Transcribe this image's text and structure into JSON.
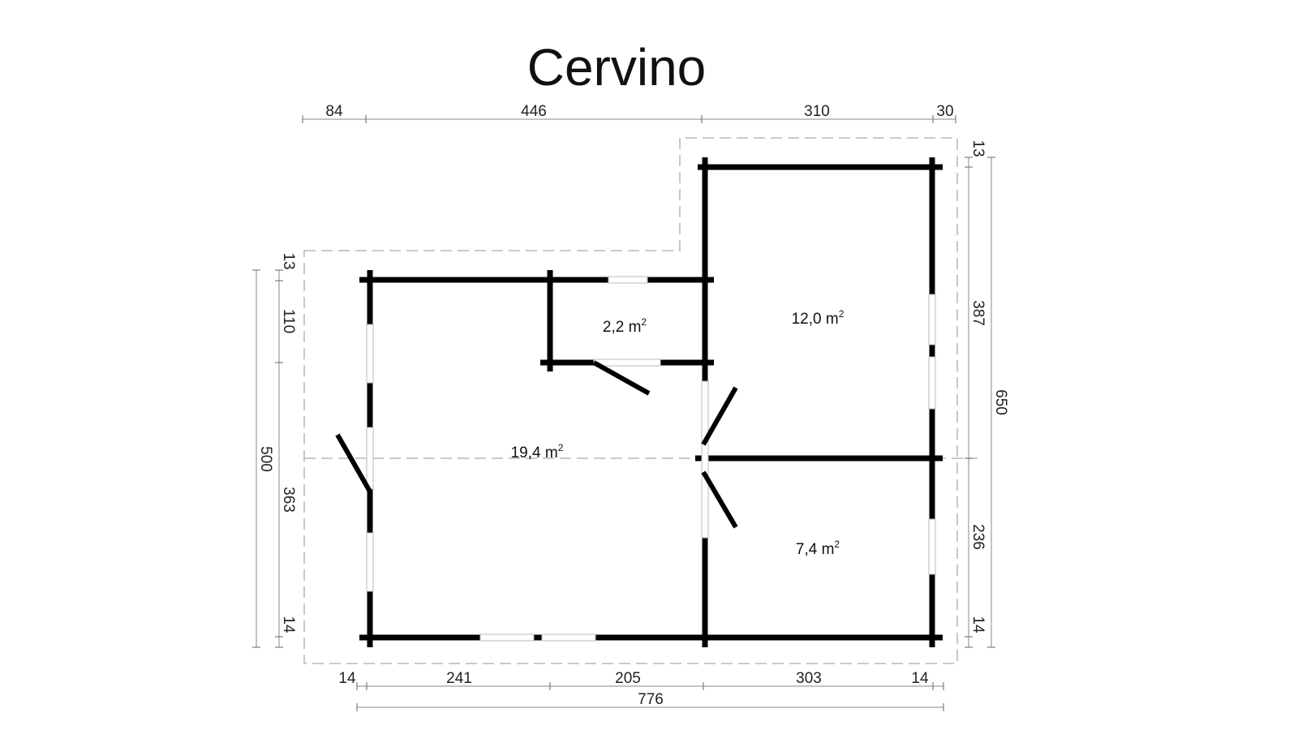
{
  "title": "Cervino",
  "unit_superscript": "2",
  "rooms": [
    {
      "id": "living",
      "area": "19,4 m"
    },
    {
      "id": "closet",
      "area": "2,2 m"
    },
    {
      "id": "bedroom-top",
      "area": "12,0 m"
    },
    {
      "id": "bedroom-bottom",
      "area": "7,4 m"
    }
  ],
  "dimensions": {
    "top": [
      "84",
      "446",
      "310",
      "30"
    ],
    "bottom": [
      "14",
      "241",
      "205",
      "303",
      "14"
    ],
    "bottom_total": "776",
    "left": [
      "13",
      "110",
      "363",
      "14"
    ],
    "left_total": "500",
    "right": [
      "13",
      "387",
      "236",
      "14"
    ],
    "right_total": "650"
  }
}
